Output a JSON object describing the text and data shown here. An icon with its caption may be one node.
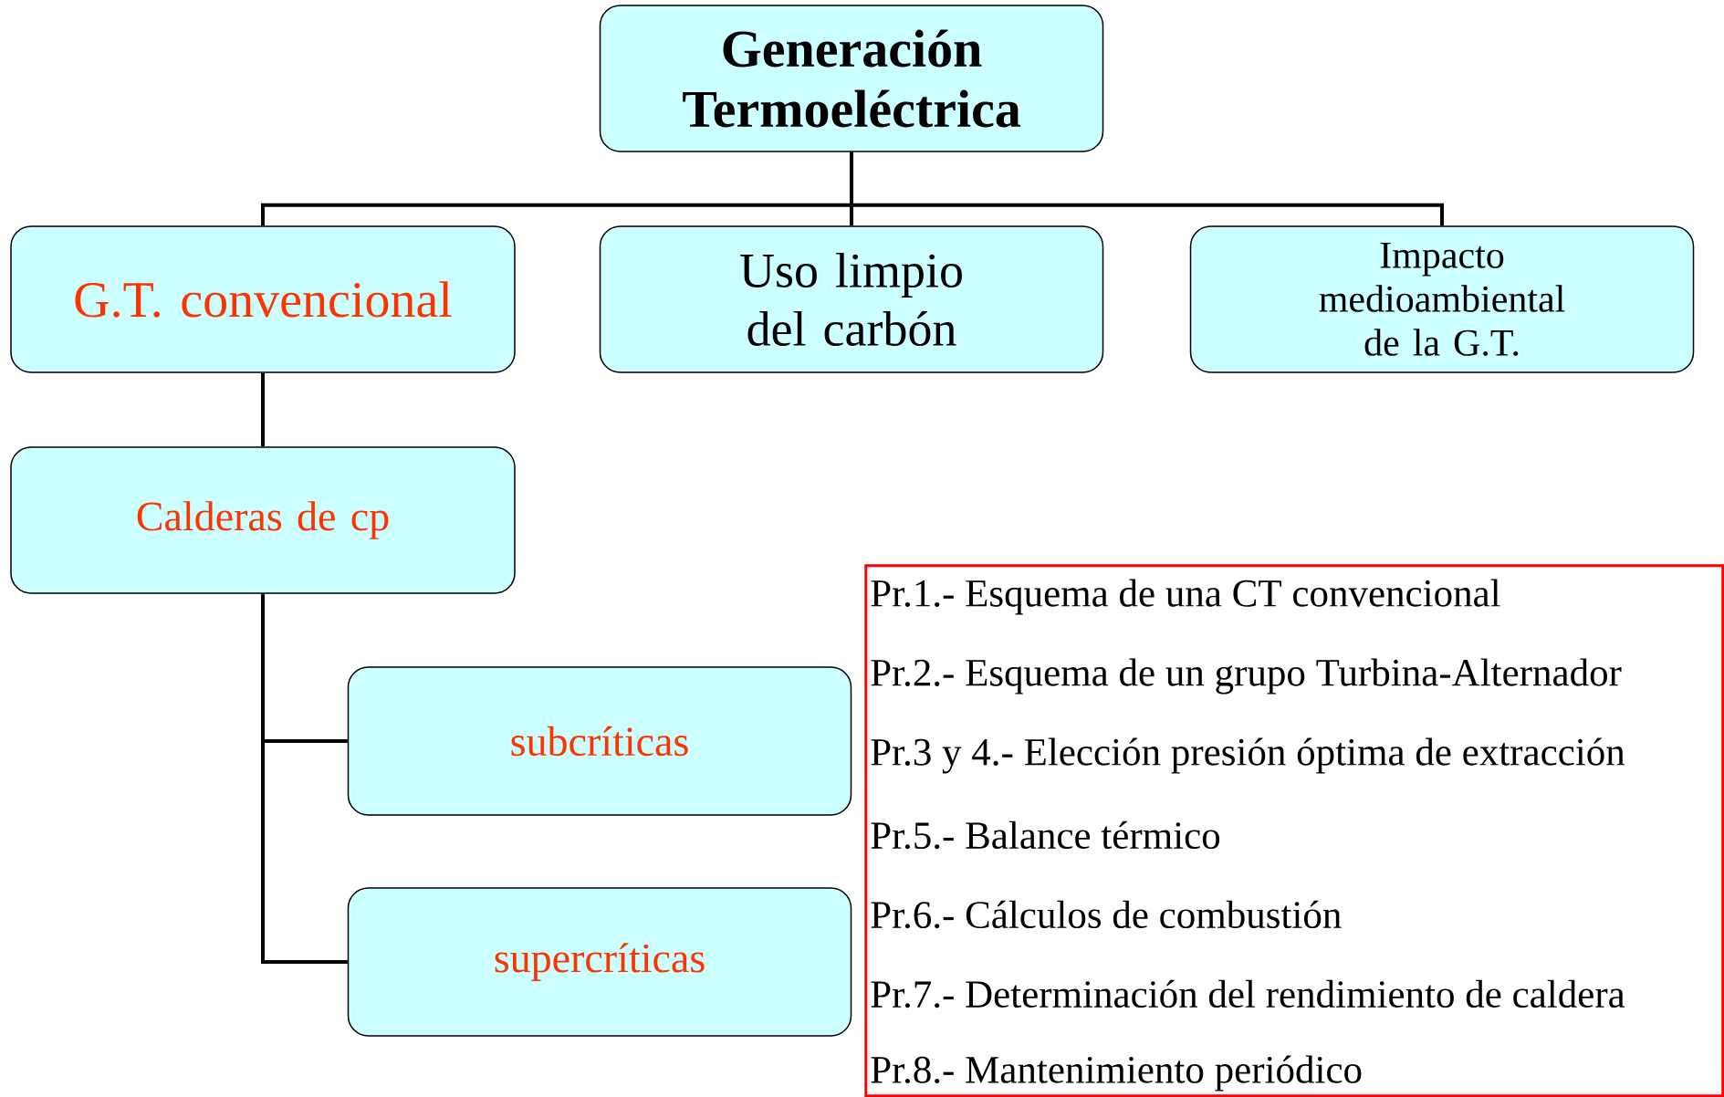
{
  "diagram": {
    "nodes": [
      {
        "text": [
          "Generación Termoeléctrica"
        ]
      },
      {
        "text": [
          "G.T. convencional"
        ]
      },
      {
        "text": [
          "Uso limpio del carbón"
        ]
      },
      {
        "text": [
          "Impacto medioambiental de la G.T."
        ]
      },
      {
        "text": [
          "Calderas de cp"
        ]
      },
      {
        "text": [
          "subcríticas"
        ]
      },
      {
        "text": [
          "supercríticas"
        ]
      },
      {
        "text": [
          "Pr.1.- Esquema de una CT convencional",
          "Pr.2.- Esquema de un grupo Turbina-Alternador",
          "Pr.3 y 4.- Elección presión óptima de extracción",
          "Pr.5.- Balance térmico",
          "Pr.6.- Cálculos de combustión",
          "Pr.7.- Determinación del rendimiento de caldera",
          "Pr.8.- Mantenimiento periódico"
        ]
      }
    ],
    "edges": [
      {
        "from": 0,
        "to": 1,
        "arrow": "none"
      },
      {
        "from": 0,
        "to": 2,
        "arrow": "none"
      },
      {
        "from": 0,
        "to": 3,
        "arrow": "none"
      },
      {
        "from": 1,
        "to": 4,
        "arrow": "none"
      },
      {
        "from": 4,
        "to": 5,
        "arrow": "none"
      },
      {
        "from": 4,
        "to": 6,
        "arrow": "none"
      }
    ]
  }
}
